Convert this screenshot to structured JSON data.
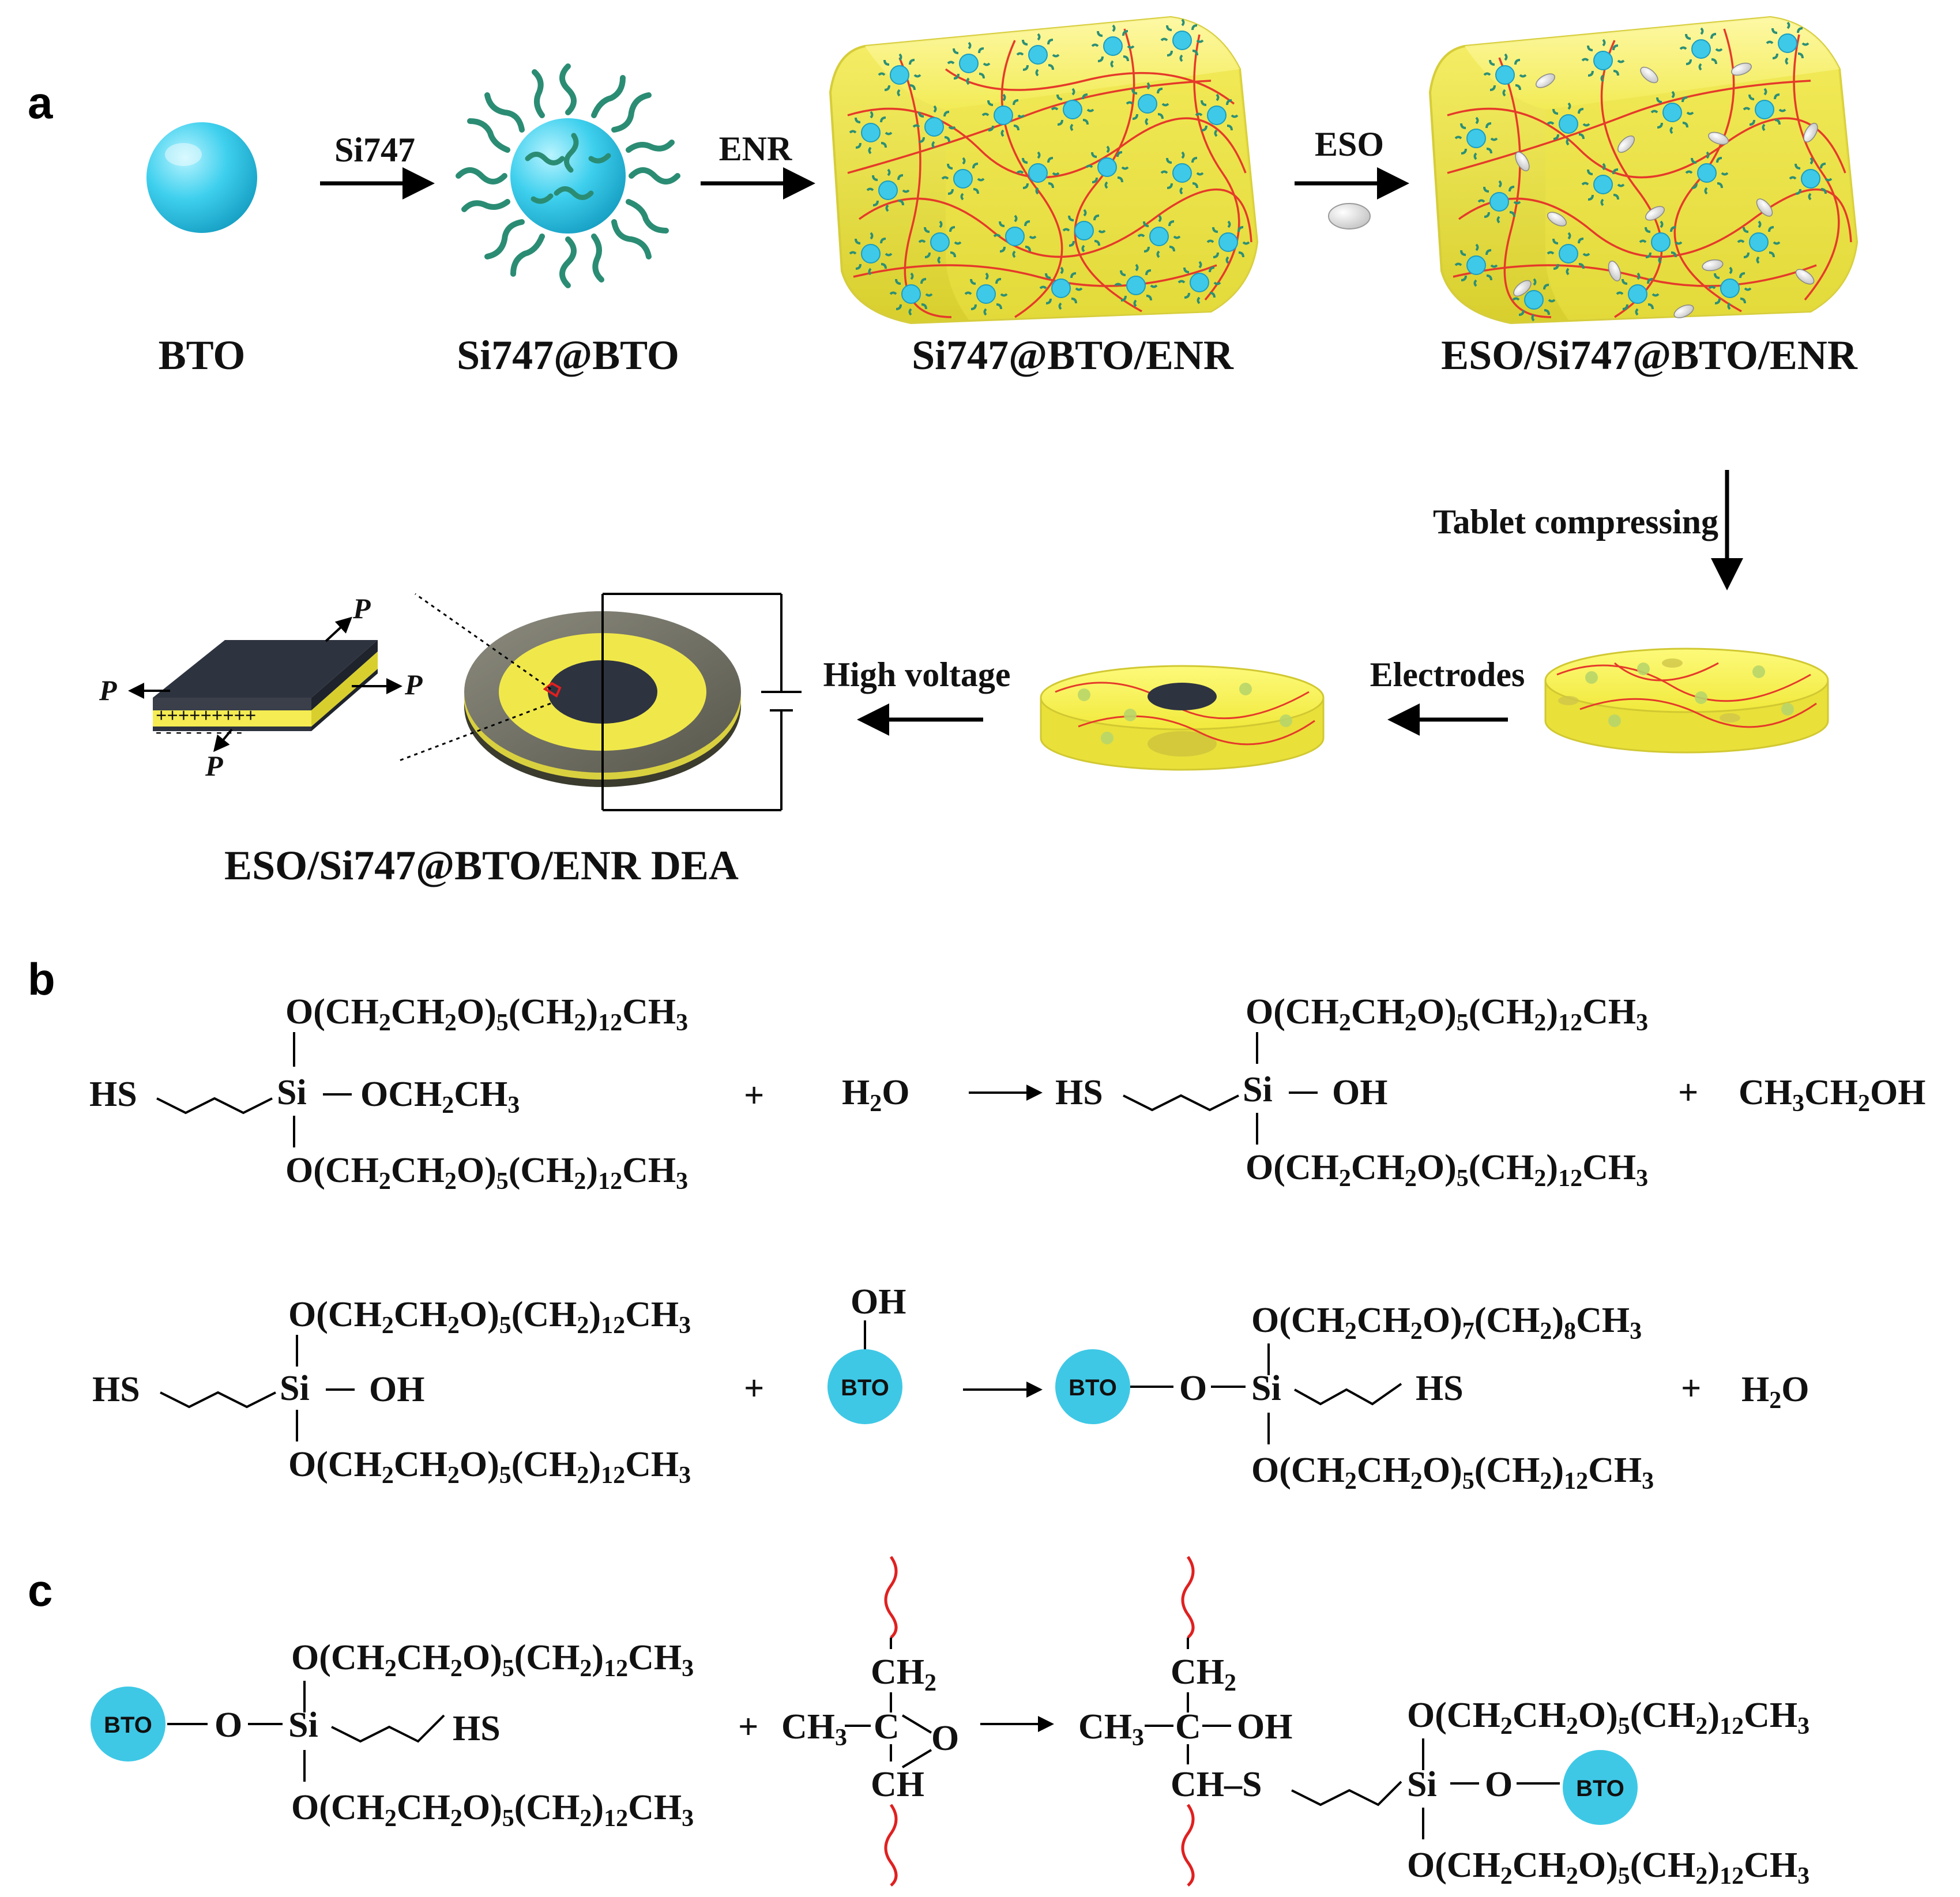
{
  "panels": {
    "a": "a",
    "b": "b",
    "c": "c"
  },
  "panel_a": {
    "step_labels": {
      "si747": "Si747",
      "enr": "ENR",
      "eso": "ESO",
      "tablet": "Tablet compressing",
      "electrodes": "Electrodes",
      "high_voltage": "High voltage"
    },
    "captions": {
      "bto": "BTO",
      "si747_bto": "Si747@BTO",
      "si747_bto_enr": "Si747@BTO/ENR",
      "eso_si747_bto_enr": "ESO/Si747@BTO/ENR",
      "dea": "ESO/Si747@BTO/ENR DEA"
    },
    "device": {
      "p_label": "P",
      "charges_top": "+++++++++",
      "charges_bottom": "- - - - - - - - -"
    }
  },
  "chem": {
    "hs": "HS",
    "si": "Si",
    "o": "O",
    "oh": "OH",
    "plus": "+",
    "bto": "BTO",
    "oet": "OCH",
    "oet_sub1": "2",
    "oet_mid": "CH",
    "oet_sub2": "3",
    "peg": {
      "p1": "O(CH",
      "s1": "2",
      "p2": "CH",
      "s2": "2",
      "p3": "O)",
      "s3": "5",
      "p4": "(CH",
      "s4": "2",
      "p5": ")",
      "s5": "12",
      "p6": "CH",
      "s6": "3"
    },
    "peg_alt": {
      "p1": "O(CH",
      "s1": "2",
      "p2": "CH",
      "s2": "2",
      "p3": "O)",
      "s3": "7",
      "p4": "(CH",
      "s4": "2",
      "p5": ")",
      "s5": "8",
      "p6": "CH",
      "s6": "3"
    },
    "water": {
      "p1": "H",
      "s1": "2",
      "p2": "O"
    },
    "ethanol": {
      "p1": "CH",
      "s1": "3",
      "p2": "CH",
      "s2": "2",
      "p3": "OH"
    },
    "c_atom": "C",
    "ch": "CH",
    "ch2": "CH",
    "ch2_sub": "2",
    "ch3": "CH",
    "ch3_sub": "3",
    "s_atom": "S",
    "ch_s": "CH–S"
  }
}
